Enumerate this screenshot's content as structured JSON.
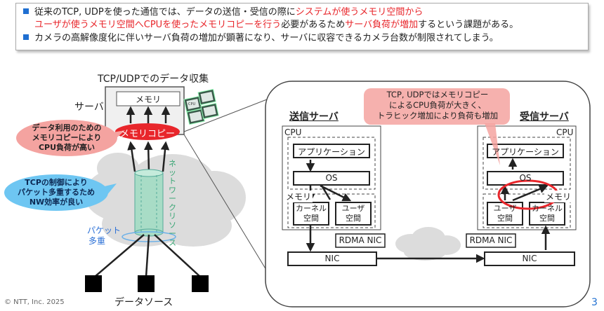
{
  "bullets": {
    "b1": {
      "p1": "従来のTCP, UDPを使った通信では、データの送信・受信の際に",
      "p2": "システムが使うメモリ空間から",
      "p3": "ユーザが使うメモリ空間へCPUを使ったメモリコピーを行う",
      "p4": "必要があるため",
      "p5": "サーバ負荷が増加",
      "p6": "するという課題がある。"
    },
    "b2": "カメラの高解像度化に伴いサーバ負荷の増加が顕著になり、サーバに収容できるカメラ台数が制限されてしまう。"
  },
  "left": {
    "title": "TCP/UDPでのデータ収集",
    "server_label": "サーバ",
    "memory_label": "メモリ",
    "cpu_chip_label": "CPU",
    "memcopy_label": "メモリコピー",
    "callout_cpu": [
      "データ利用のための",
      "メモリコピーにより",
      "CPU負荷が高い"
    ],
    "callout_tcp": [
      "TCPの制御により",
      "パケット多重するため",
      "NW効率が良い"
    ],
    "network_label": "ネットワークリソース",
    "packet_label": [
      "パケット",
      "多重"
    ],
    "datasource_label": "データソース"
  },
  "right": {
    "sender_title": "送信サーバ",
    "receiver_title": "受信サーバ",
    "cpu_label": "CPU",
    "memory_label": "メモリ",
    "app_label": "アプリケーション",
    "os_label": "OS",
    "kernel_label": [
      "カーネル",
      "空間"
    ],
    "user_label": [
      "ユーザ",
      "空間"
    ],
    "rdma_label": "RDMA NIC",
    "nic_label": "NIC",
    "callout": [
      "TCP, UDPではメモリコピー",
      "によるCPU負荷が大きく、",
      "トラヒック増加により負荷も増加"
    ]
  },
  "footer": {
    "copyright": "© NTT, Inc.  2025",
    "page": "3"
  },
  "colors": {
    "accent_blue": "#1f6fd1",
    "alert_red": "#e8262b",
    "callout_red": "#f4a3a0",
    "callout_blue": "#6ec6f2",
    "cloud_gray": "#dcdcdc",
    "tube_green": "#a8dcc6"
  }
}
